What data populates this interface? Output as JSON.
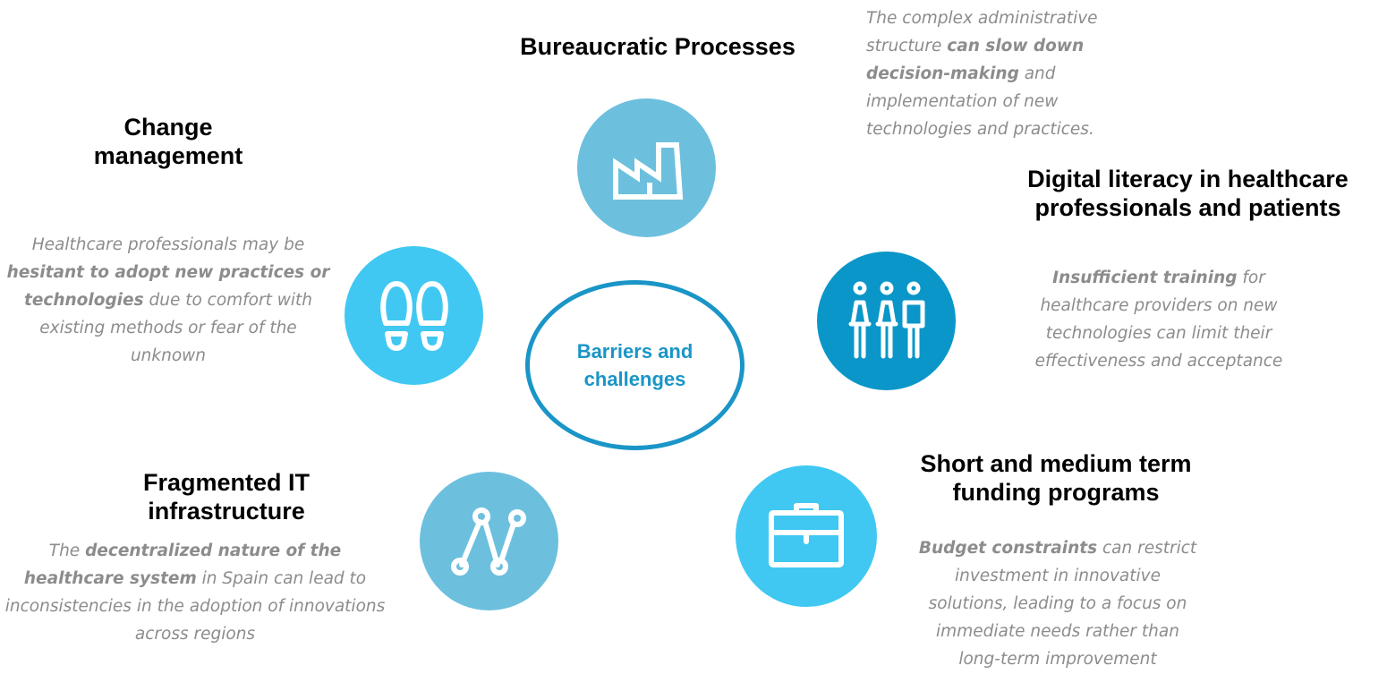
{
  "colors": {
    "center_border": "#1a95c7",
    "circle_mid_blue": "#6cc0de",
    "circle_light_blue": "#40c8f2",
    "circle_dark_blue": "#0a96c8",
    "title_text": "#000000",
    "desc_text": "#8c8c8c"
  },
  "center": {
    "label": "Barriers and challenges"
  },
  "items": {
    "bureaucratic": {
      "title": "Bureaucratic Processes",
      "desc_pre": "The complex administrative structure ",
      "desc_bold": "can slow down decision-making",
      "desc_post": " and implementation of new technologies and practices.",
      "icon": "factory-icon"
    },
    "change": {
      "title": "Change management",
      "desc_pre": "Healthcare professionals may be ",
      "desc_bold": "hesitant to adopt new practices or technologies",
      "desc_post": " due to comfort with existing methods or fear of the unknown",
      "icon": "footprints-icon"
    },
    "digital": {
      "title": "Digital literacy in healthcare professionals and patients",
      "desc_pre": "",
      "desc_bold": "Insufficient training",
      "desc_post": " for healthcare providers on new technologies can limit their effectiveness and acceptance",
      "icon": "people-icon"
    },
    "fragmented": {
      "title": "Fragmented IT infrastructure",
      "desc_pre": "The ",
      "desc_bold": "decentralized nature of the healthcare system",
      "desc_post": " in Spain can lead to inconsistencies in the adoption of innovations across regions",
      "icon": "network-nodes-icon"
    },
    "funding": {
      "title": "Short and medium term funding programs",
      "desc_pre": "",
      "desc_bold": "Budget constraints",
      "desc_post": " can restrict investment in innovative solutions, leading to a focus on immediate needs rather than long-term improvement",
      "icon": "briefcase-icon"
    }
  }
}
